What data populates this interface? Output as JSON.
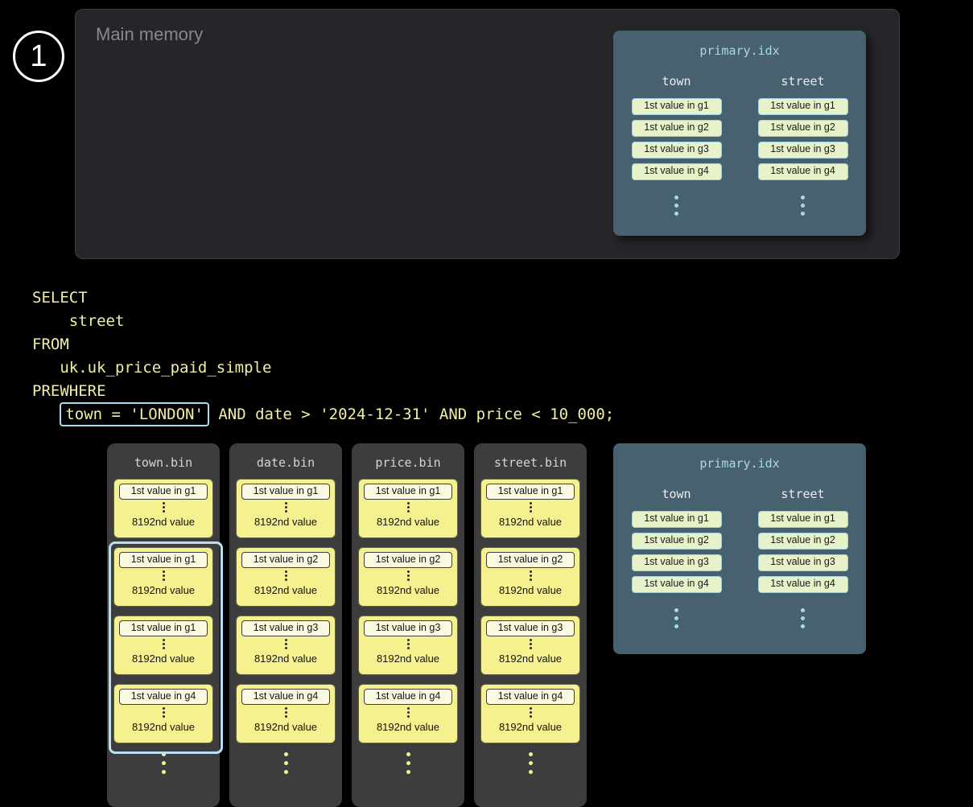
{
  "step_badge": {
    "number": "1"
  },
  "main_memory": {
    "label": "Main memory"
  },
  "primary_index": {
    "title": "primary.idx",
    "columns": [
      {
        "header": "town",
        "entries": [
          "1st value in g1",
          "1st value in g2",
          "1st value in g3",
          "1st value in g4"
        ]
      },
      {
        "header": "street",
        "entries": [
          "1st value in g1",
          "1st value in g2",
          "1st value in g3",
          "1st value in g4"
        ]
      }
    ]
  },
  "query": {
    "line1": "SELECT",
    "line2": "    street",
    "line3": "FROM",
    "line4": "   uk.uk_price_paid_simple",
    "line5": "PREWHERE",
    "line6_indent": "   ",
    "line6_highlight": "town = 'LONDON'",
    "line6_rest": " AND date > '2024-12-31' AND price < 10_000;"
  },
  "bin_files": [
    {
      "title": "town.bin",
      "granules": [
        {
          "first": "1st value in g1",
          "last": "8192nd value"
        },
        {
          "first": "1st value in g1",
          "last": "8192nd value"
        },
        {
          "first": "1st value in g1",
          "last": "8192nd value"
        },
        {
          "first": "1st value in g4",
          "last": "8192nd value"
        }
      ]
    },
    {
      "title": "date.bin",
      "granules": [
        {
          "first": "1st value in g1",
          "last": "8192nd value"
        },
        {
          "first": "1st value in g2",
          "last": "8192nd value"
        },
        {
          "first": "1st value in g3",
          "last": "8192nd value"
        },
        {
          "first": "1st value in g4",
          "last": "8192nd value"
        }
      ]
    },
    {
      "title": "price.bin",
      "granules": [
        {
          "first": "1st value in g1",
          "last": "8192nd value"
        },
        {
          "first": "1st value in g2",
          "last": "8192nd value"
        },
        {
          "first": "1st value in g3",
          "last": "8192nd value"
        },
        {
          "first": "1st value in g4",
          "last": "8192nd value"
        }
      ]
    },
    {
      "title": "street.bin",
      "granules": [
        {
          "first": "1st value in g1",
          "last": "8192nd value"
        },
        {
          "first": "1st value in g2",
          "last": "8192nd value"
        },
        {
          "first": "1st value in g3",
          "last": "8192nd value"
        },
        {
          "first": "1st value in g4",
          "last": "8192nd value"
        }
      ]
    }
  ],
  "colors": {
    "background": "#000000",
    "main_memory_panel": "#26262a",
    "primary_index_panel": "#48616f",
    "index_entry_fill": "#e7f2c9",
    "index_entry_border": "#a5d2e2",
    "accent_blue": "#a7d9eb",
    "code_yellow": "#f3efa0",
    "granule_yellow": "#f5f18e",
    "bin_panel_gray": "#3d3d3d",
    "highlight_border": "#b5e1f2"
  }
}
